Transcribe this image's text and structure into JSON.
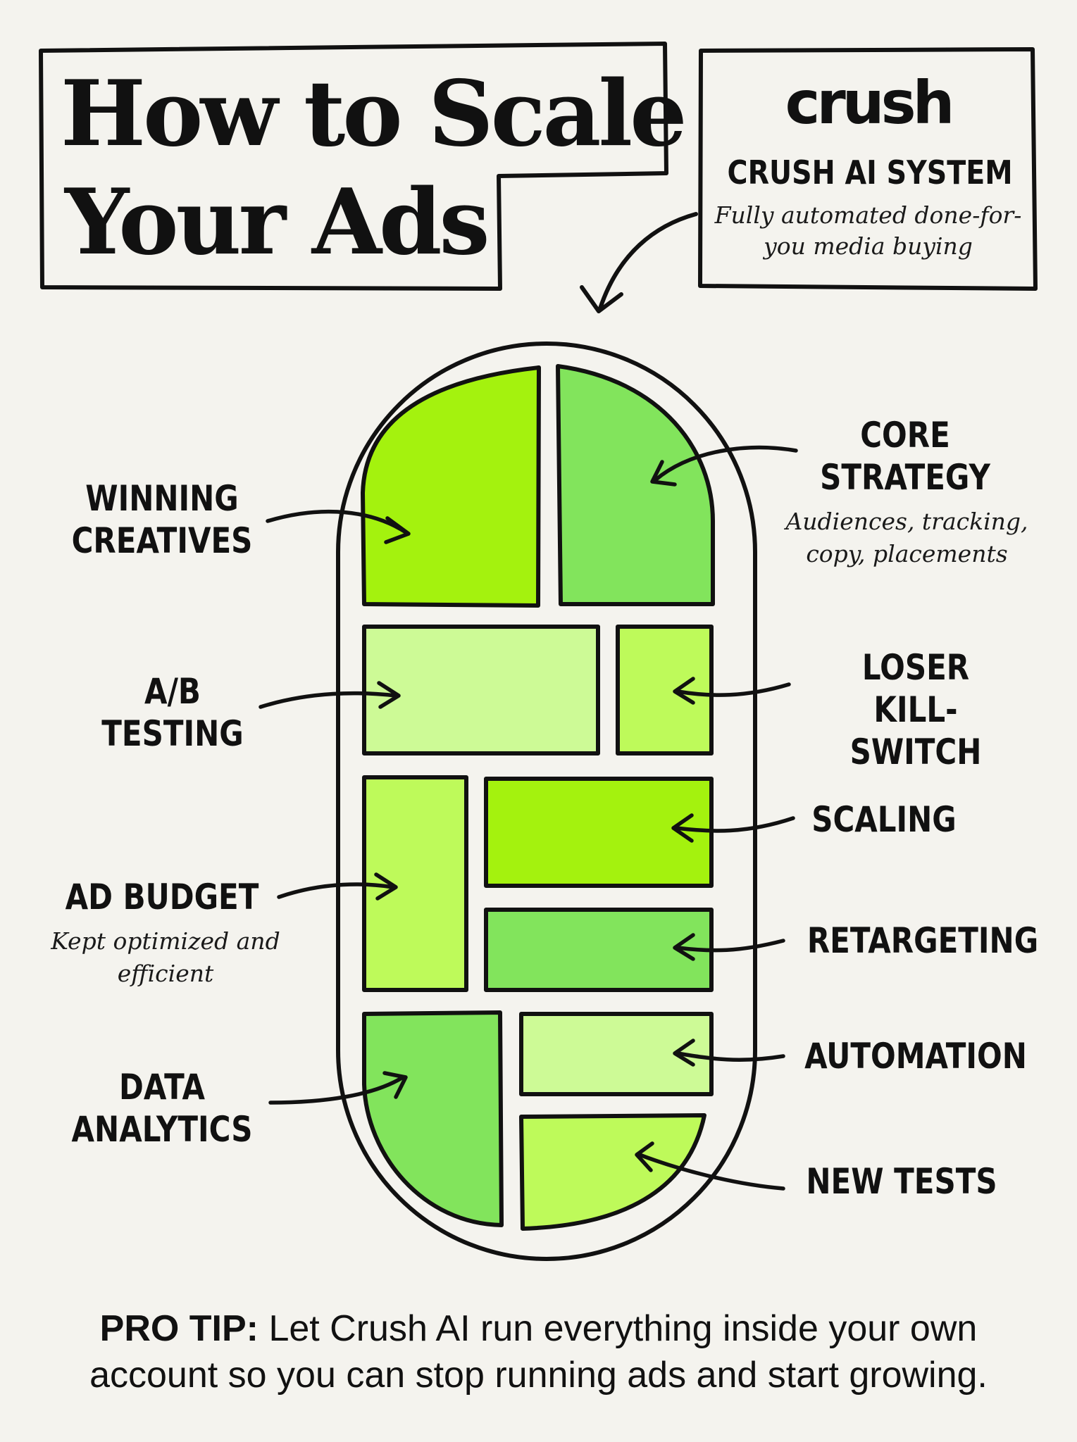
{
  "title": {
    "line1": "How to Scale",
    "line2": "Your Ads"
  },
  "brand": {
    "logo": "crush",
    "system_name": "CRUSH AI SYSTEM",
    "tagline_line1": "Fully automated done-for-",
    "tagline_line2": "you media buying"
  },
  "colors": {
    "background": "#f4f3ee",
    "outline": "#111111",
    "bright_green": "#a4f20e",
    "mid_green": "#82e45c",
    "light_green": "#cdfa96",
    "lime": "#befa5a"
  },
  "labels": {
    "winning_creatives": "WINNING\nCREATIVES",
    "core_strategy": "CORE\nSTRATEGY",
    "core_strategy_note_line1": "Audiences, tracking,",
    "core_strategy_note_line2": "copy, placements",
    "ab_testing": "A/B\nTESTING",
    "loser_kill_switch": "LOSER\nKILL-SWITCH",
    "scaling": "SCALING",
    "ad_budget": "AD BUDGET",
    "ad_budget_note_line1": "Kept optimized and",
    "ad_budget_note_line2": "efficient",
    "retargeting": "RETARGETING",
    "automation": "AUTOMATION",
    "data_analytics": "DATA\nANALYTICS",
    "new_tests": "NEW TESTS"
  },
  "pro_tip": {
    "prefix": "PRO TIP:",
    "line1_rest": " Let Crush AI run everything inside your own",
    "line2": "account so you can stop running ads and start growing."
  }
}
